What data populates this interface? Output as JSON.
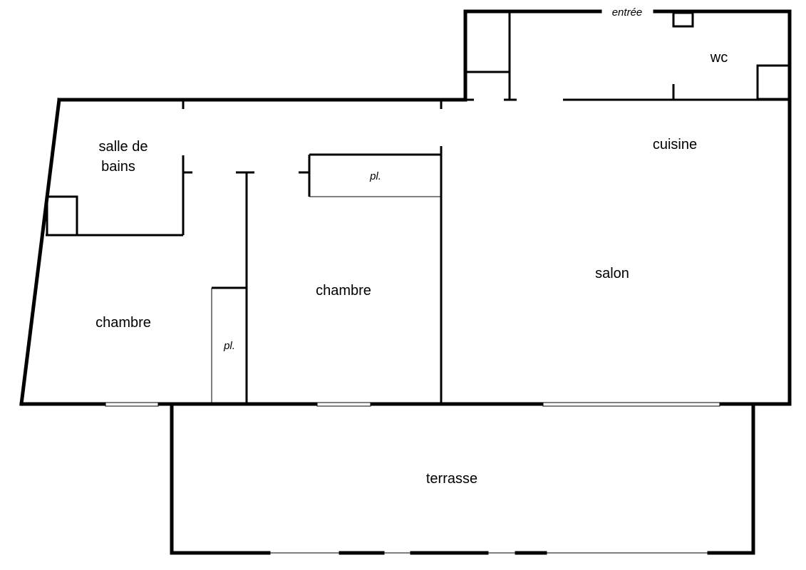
{
  "rooms": {
    "entree": "entrée",
    "wc": "wc",
    "salle_de_bains_line1": "salle de",
    "salle_de_bains_line2": "bains",
    "cuisine": "cuisine",
    "placard_top": "pl.",
    "placard_left": "pl.",
    "chambre_center": "chambre",
    "chambre_left": "chambre",
    "salon": "salon",
    "terrasse": "terrasse"
  },
  "colors": {
    "wall": "#000000",
    "background": "#ffffff"
  }
}
